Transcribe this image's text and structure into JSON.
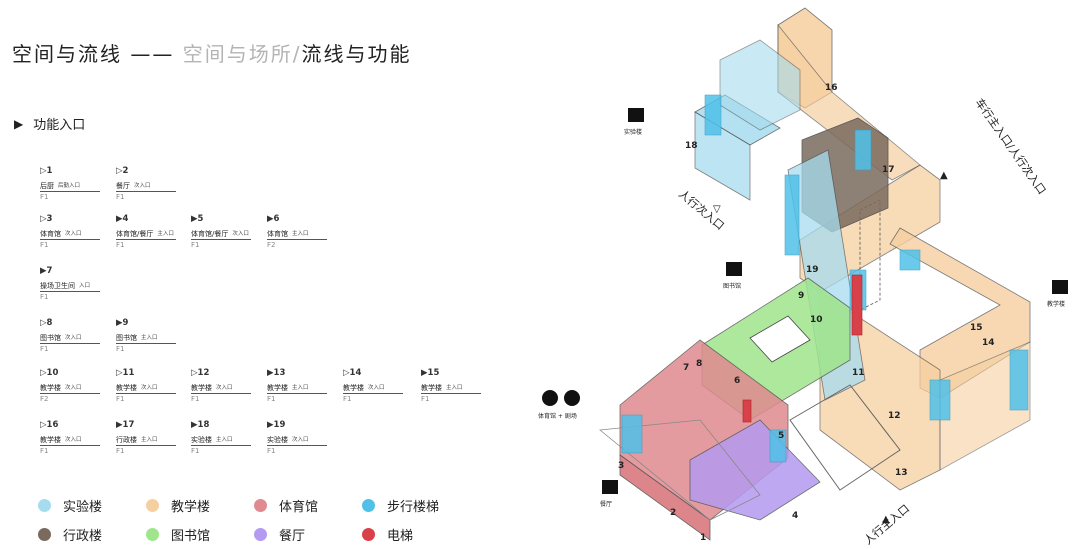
{
  "title": {
    "main": "空间与流线 ——",
    "sub": "空间与场所",
    "slash": "/",
    "current": "流线与功能"
  },
  "section": {
    "label": "功能入口"
  },
  "entries": [
    {
      "num": "▷1",
      "building": "后厨",
      "type": "后勤入口",
      "floor": "F1"
    },
    {
      "num": "▷2",
      "building": "餐厅",
      "type": "次入口",
      "floor": "F1"
    },
    {
      "num": "▷3",
      "building": "体育馆",
      "type": "次入口",
      "floor": "F1"
    },
    {
      "num": "▶4",
      "building": "体育馆/餐厅",
      "type": "主入口",
      "floor": "F1"
    },
    {
      "num": "▶5",
      "building": "体育馆/餐厅",
      "type": "次入口",
      "floor": "F1"
    },
    {
      "num": "▶6",
      "building": "体育馆",
      "type": "主入口",
      "floor": "F2"
    },
    {
      "num": "▶7",
      "building": "操场卫生间",
      "type": "入口",
      "floor": "F1"
    },
    {
      "num": "▷8",
      "building": "图书馆",
      "type": "次入口",
      "floor": "F1"
    },
    {
      "num": "▶9",
      "building": "图书馆",
      "type": "主入口",
      "floor": "F1"
    },
    {
      "num": "▷10",
      "building": "教学楼",
      "type": "次入口",
      "floor": "F2"
    },
    {
      "num": "▷11",
      "building": "教学楼",
      "type": "次入口",
      "floor": "F1"
    },
    {
      "num": "▷12",
      "building": "教学楼",
      "type": "次入口",
      "floor": "F1"
    },
    {
      "num": "▶13",
      "building": "教学楼",
      "type": "主入口",
      "floor": "F1"
    },
    {
      "num": "▷14",
      "building": "教学楼",
      "type": "次入口",
      "floor": "F1"
    },
    {
      "num": "▶15",
      "building": "教学楼",
      "type": "主入口",
      "floor": "F1"
    },
    {
      "num": "▷16",
      "building": "教学楼",
      "type": "次入口",
      "floor": "F1"
    },
    {
      "num": "▶17",
      "building": "行政楼",
      "type": "主入口",
      "floor": "F1"
    },
    {
      "num": "▶18",
      "building": "实验楼",
      "type": "主入口",
      "floor": "F1"
    },
    {
      "num": "▶19",
      "building": "实验楼",
      "type": "次入口",
      "floor": "F1"
    }
  ],
  "legend": [
    {
      "label": "实验楼",
      "color": "#a6dcef"
    },
    {
      "label": "教学楼",
      "color": "#f6cfa0"
    },
    {
      "label": "体育馆",
      "color": "#e08a8f"
    },
    {
      "label": "步行楼梯",
      "color": "#4fc1e9"
    },
    {
      "label": "行政楼",
      "color": "#7a6a5e"
    },
    {
      "label": "图书馆",
      "color": "#9fe58c"
    },
    {
      "label": "餐厅",
      "color": "#b49af0"
    },
    {
      "label": "电梯",
      "color": "#d9414a"
    }
  ],
  "diagram": {
    "gates": [
      {
        "label": "车行主入口/人行次入口"
      },
      {
        "label": "人行次入口"
      },
      {
        "label": "人行主入口"
      }
    ],
    "buildings": [
      {
        "label": "实验楼"
      },
      {
        "label": "图书馆"
      },
      {
        "label": "教学楼"
      },
      {
        "label": "体育馆 + 剧场"
      },
      {
        "label": "餐厅"
      }
    ],
    "numbers": [
      "1",
      "2",
      "3",
      "4",
      "5",
      "6",
      "7",
      "8",
      "9",
      "10",
      "11",
      "12",
      "13",
      "14",
      "15",
      "16",
      "17",
      "18",
      "19"
    ]
  }
}
